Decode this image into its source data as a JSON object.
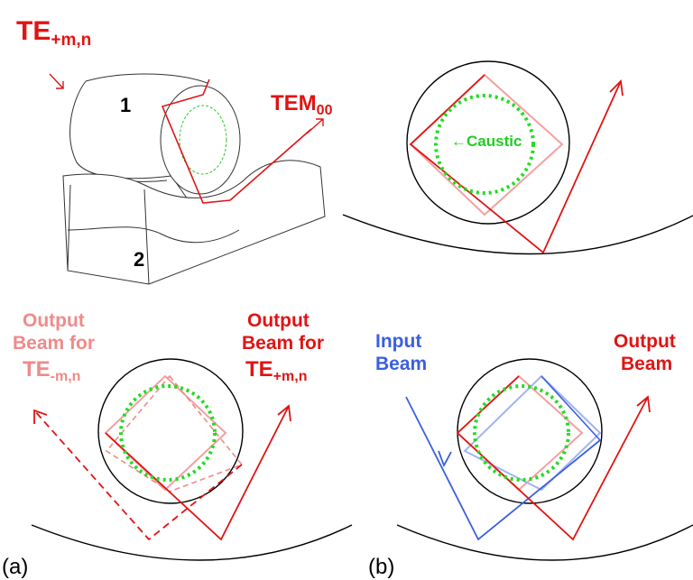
{
  "top_left": {
    "mode_label": "TE",
    "mode_sub": "+m,n",
    "output_label": "TEM",
    "output_sub": "00",
    "part1": "1",
    "part2": "2"
  },
  "top_right": {
    "caustic_label": "Caustic"
  },
  "panel_a": {
    "tag": "(a)",
    "left_line1": "Output",
    "left_line2": "Beam for",
    "left_mode": "TE",
    "left_sub": "-m,n",
    "right_line1": "Output",
    "right_line2": "Beam for",
    "right_mode": "TE",
    "right_sub": "+m,n"
  },
  "panel_b": {
    "tag": "(b)",
    "input_line1": "Input",
    "input_line2": "Beam",
    "output_line1": "Output",
    "output_line2": "Beam"
  },
  "colors": {
    "red": "#e01414",
    "pink": "#f08a8a",
    "blue": "#3a5fe0",
    "green": "#22cc22"
  }
}
